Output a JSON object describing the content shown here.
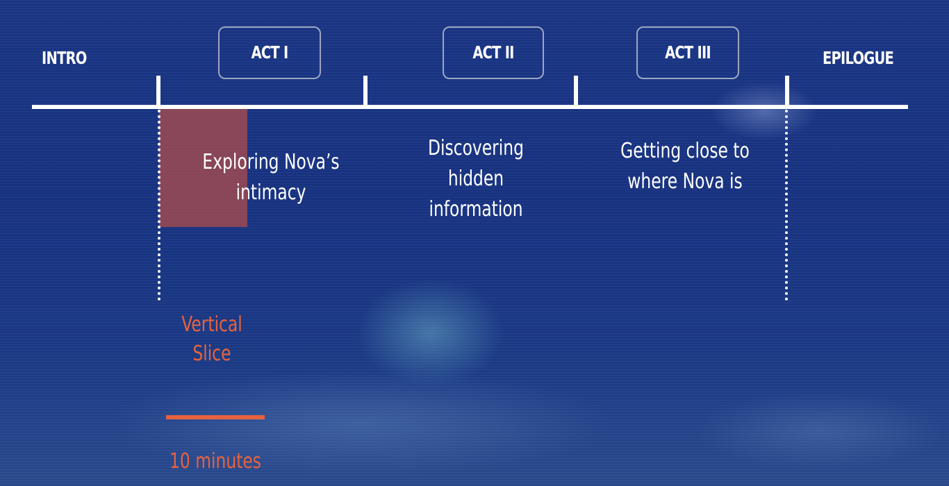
{
  "timeline": {
    "sections": {
      "intro": "INTRO",
      "act1": "ACT I",
      "act2": "ACT II",
      "act3": "ACT III",
      "epilogue": "EPILOGUE"
    },
    "descriptions": {
      "act1": [
        "Exploring Nova’s",
        "intimacy"
      ],
      "act2": [
        "Discovering",
        "hidden",
        "information"
      ],
      "act3": [
        "Getting close to",
        "where Nova is"
      ]
    }
  },
  "vertical_slice": {
    "label_lines": [
      "Vertical",
      "Slice"
    ],
    "duration": "10 minutes",
    "color": "#e8623d"
  },
  "colors": {
    "background": "#173280",
    "timeline": "#ffffff",
    "slice_block": "#be5046"
  }
}
